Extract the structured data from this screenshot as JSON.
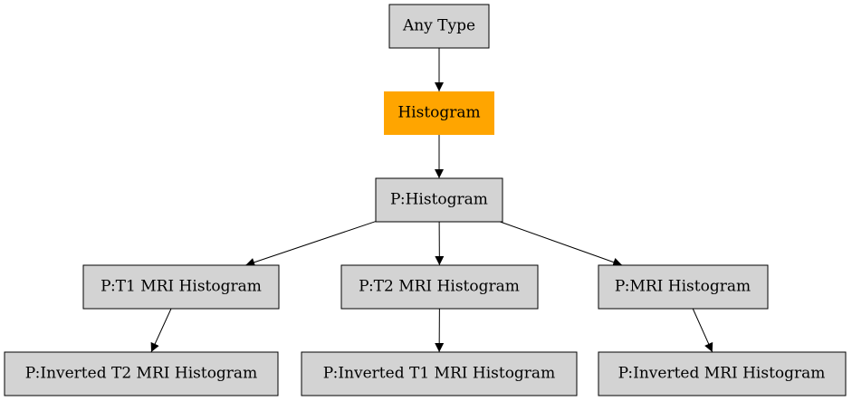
{
  "diagram": {
    "nodes": [
      {
        "id": "any_type",
        "label": "Any Type",
        "highlighted": false
      },
      {
        "id": "histogram",
        "label": "Histogram",
        "highlighted": true
      },
      {
        "id": "p_histogram",
        "label": "P:Histogram",
        "highlighted": false
      },
      {
        "id": "p_t1_mri_histogram",
        "label": "P:T1 MRI Histogram",
        "highlighted": false
      },
      {
        "id": "p_t2_mri_histogram",
        "label": "P:T2 MRI Histogram",
        "highlighted": false
      },
      {
        "id": "p_mri_histogram",
        "label": "P:MRI Histogram",
        "highlighted": false
      },
      {
        "id": "p_inverted_t2_mri_histogram",
        "label": "P:Inverted T2 MRI Histogram",
        "highlighted": false
      },
      {
        "id": "p_inverted_t1_mri_histogram",
        "label": "P:Inverted T1 MRI Histogram",
        "highlighted": false
      },
      {
        "id": "p_inverted_mri_histogram",
        "label": "P:Inverted MRI Histogram",
        "highlighted": false
      }
    ],
    "edges": [
      {
        "from": "any_type",
        "to": "histogram"
      },
      {
        "from": "histogram",
        "to": "p_histogram"
      },
      {
        "from": "p_histogram",
        "to": "p_t1_mri_histogram"
      },
      {
        "from": "p_histogram",
        "to": "p_t2_mri_histogram"
      },
      {
        "from": "p_histogram",
        "to": "p_mri_histogram"
      },
      {
        "from": "p_t1_mri_histogram",
        "to": "p_inverted_t2_mri_histogram"
      },
      {
        "from": "p_t2_mri_histogram",
        "to": "p_inverted_t1_mri_histogram"
      },
      {
        "from": "p_mri_histogram",
        "to": "p_inverted_mri_histogram"
      }
    ],
    "colors": {
      "node_fill": "#d3d3d3",
      "highlight_fill": "#ffa500",
      "stroke": "#000000"
    }
  }
}
